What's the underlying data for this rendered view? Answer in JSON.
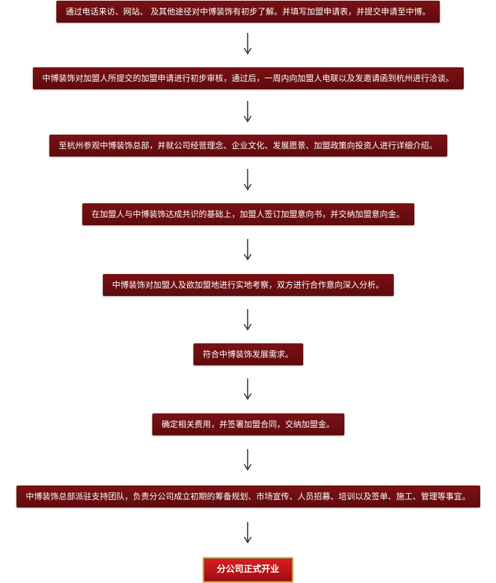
{
  "steps": [
    "通过电话来访、网站、 及其他途径对中博装饰有初步了解。并填写加盟申请表，并提交申请至中博。",
    "中博装饰对加盟人所提交的加盟申请进行初步审核，通过后，一周内向加盟人电联以及发邀请函到杭州进行洽谈。",
    "至杭州参观中博装饰总部，并就公司经营理念、企业文化、发展愿景、加盟政策向投资人进行详细介绍。",
    "在加盟人与中博装饰达成共识的基础上，加盟人签订加盟意向书，并交纳加盟意向金。",
    "中博装饰对加盟人及欲加盟地进行实地考察，双方进行合作意向深入分析。",
    "符合中博装饰发展需求。",
    "确定相关费用，并签署加盟合同，交纳加盟金。",
    "中博装饰总部派驻支持团队，负责分公司成立初期的筹备规划、市场宣传、人员招募、培训以及签单、施工、管理等事宜。"
  ],
  "final_step": "分公司正式开业",
  "colors": {
    "step_bg": "#6b0e11",
    "final_bg": "#c4161c",
    "final_border": "#e0b25a",
    "arrow": "#333333"
  }
}
